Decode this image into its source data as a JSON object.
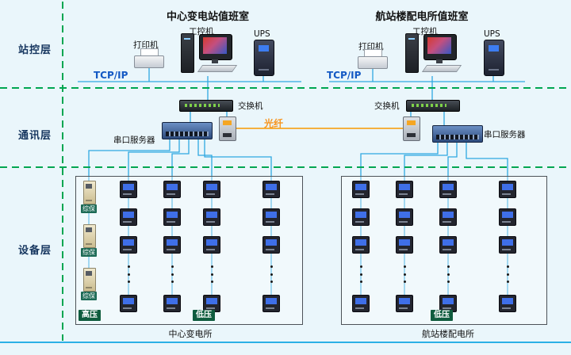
{
  "layers": {
    "station": "站控层",
    "comm": "通讯层",
    "device": "设备层"
  },
  "left": {
    "title": "中心变电站值班室",
    "ipc": "工控机",
    "printer": "打印机",
    "ups": "UPS",
    "tcpip": "TCP/IP",
    "switch": "交换机",
    "serial_server": "串口服务器",
    "protection": "综保",
    "hv": "高压",
    "lv": "低压",
    "station_name": "中心变电所"
  },
  "right": {
    "title": "航站楼配电所值班室",
    "ipc": "工控机",
    "printer": "打印机",
    "ups": "UPS",
    "tcpip": "TCP/IP",
    "switch": "交换机",
    "serial_server": "串口服务器",
    "lv": "低压",
    "station_name": "航站楼配电所"
  },
  "fiber": {
    "label": "光纤"
  },
  "colors": {
    "wire_blue": "#2fa8e1",
    "dash_green": "#00a651",
    "fiber_orange": "#f5a623",
    "background": "#eaf6fb"
  }
}
